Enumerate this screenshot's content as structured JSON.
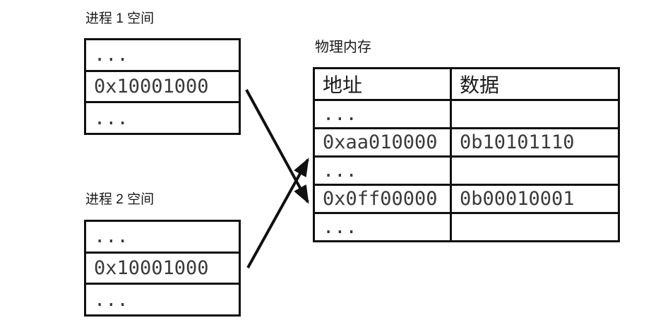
{
  "process1": {
    "title": "进程 1 空间",
    "rows": [
      "...",
      "0x10001000",
      "..."
    ]
  },
  "process2": {
    "title": "进程 2 空间",
    "rows": [
      "...",
      "0x10001000",
      "..."
    ]
  },
  "physical_memory": {
    "title": "物理内存",
    "columns": [
      "地址",
      "数据"
    ],
    "rows": [
      {
        "address": "...",
        "data": ""
      },
      {
        "address": "0xaa010000",
        "data": "0b10101110"
      },
      {
        "address": "...",
        "data": ""
      },
      {
        "address": "0x0ff00000",
        "data": "0b00010001"
      },
      {
        "address": "...",
        "data": ""
      }
    ]
  },
  "mappings": [
    {
      "from": "进程 1 空间 0x10001000",
      "to": "0x0ff00000"
    },
    {
      "from": "进程 2 空间 0x10001000",
      "to": "0xaa010000"
    }
  ],
  "colors": {
    "line": "#101010",
    "text": "#1a1a1a",
    "mono_text": "#3a3a3a",
    "background": "#ffffff"
  }
}
